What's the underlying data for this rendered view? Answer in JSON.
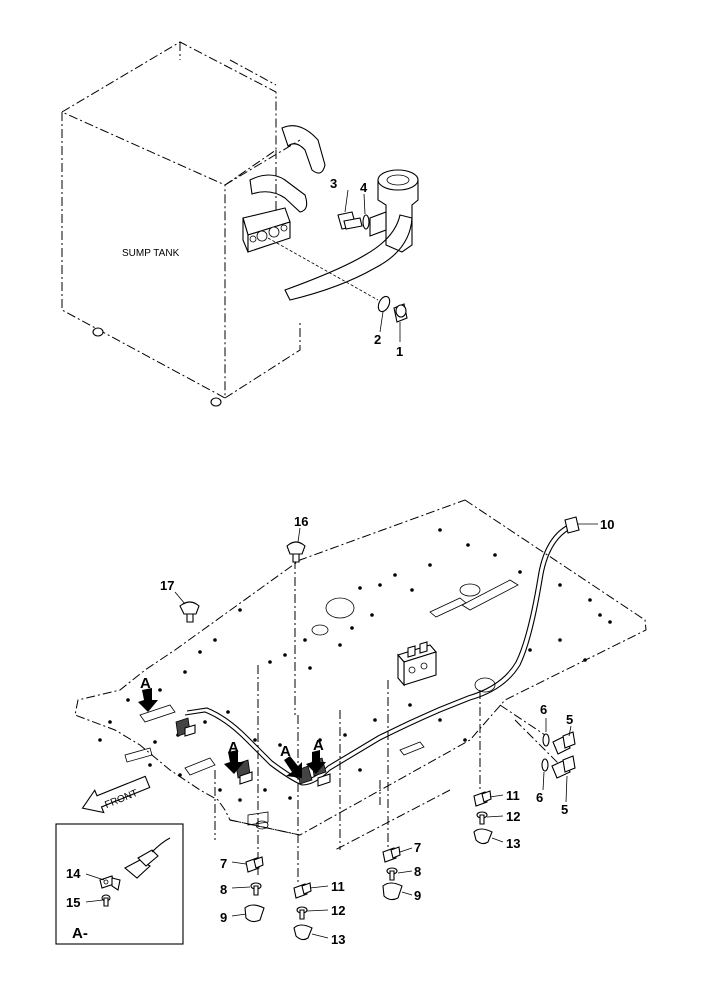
{
  "labels": {
    "sump_tank": "SUMP TANK",
    "front": "FRONT",
    "detail_view": "A-",
    "view_a": "A"
  },
  "callouts": {
    "c1": "1",
    "c2": "2",
    "c3": "3",
    "c4": "4",
    "c5a": "5",
    "c5b": "5",
    "c6a": "6",
    "c6b": "6",
    "c7a": "7",
    "c7b": "7",
    "c8a": "8",
    "c8b": "8",
    "c9a": "9",
    "c9b": "9",
    "c10": "10",
    "c11a": "11",
    "c11b": "11",
    "c12a": "12",
    "c12b": "12",
    "c13a": "13",
    "c13b": "13",
    "c14": "14",
    "c15": "15",
    "c16": "16",
    "c17": "17"
  }
}
